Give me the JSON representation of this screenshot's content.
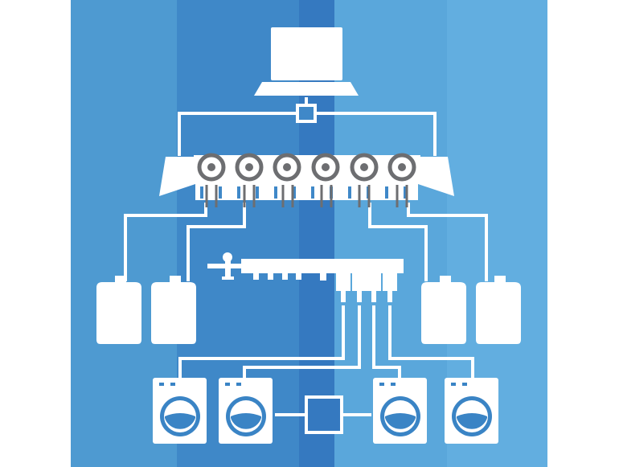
{
  "diagram": {
    "controller": {
      "icon": "laptop-icon"
    },
    "connector": {
      "icon": "network-node-icon"
    },
    "pump_unit": {
      "icon": "peristaltic-pump-bank-icon",
      "pump_count": 6,
      "outlet_count": 12
    },
    "chemical_containers": {
      "icon": "chemical-jerrycan-icon",
      "count": 4
    },
    "manifold": {
      "icon": "dosing-manifold-icon",
      "valve_count": 4
    },
    "washers": {
      "icon": "washing-machine-icon",
      "count": 4
    },
    "hub": {
      "icon": "hub-box-icon"
    }
  },
  "colors": {
    "background_stripes": [
      "#4e9ad1",
      "#3f88c8",
      "#3a84c5",
      "#3579c0",
      "#5aa7db",
      "#62aee0"
    ],
    "foreground": "#ffffff",
    "pump_rotor": "#6d6e71",
    "drum_inner": "#3a84c5"
  }
}
